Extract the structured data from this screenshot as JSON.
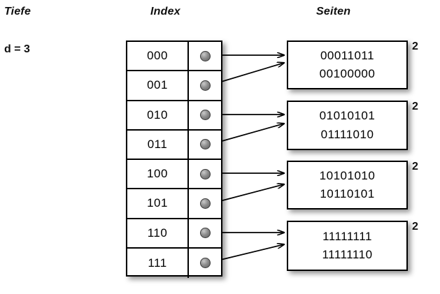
{
  "headers": {
    "depth": "Tiefe",
    "index": "Index",
    "pages": "Seiten"
  },
  "depth": {
    "label": "d = 3"
  },
  "index_table": {
    "rows": [
      {
        "key": "000",
        "pointer": "pointer-dot"
      },
      {
        "key": "001",
        "pointer": "pointer-dot"
      },
      {
        "key": "010",
        "pointer": "pointer-dot"
      },
      {
        "key": "011",
        "pointer": "pointer-dot"
      },
      {
        "key": "100",
        "pointer": "pointer-dot"
      },
      {
        "key": "101",
        "pointer": "pointer-dot"
      },
      {
        "key": "110",
        "pointer": "pointer-dot"
      },
      {
        "key": "111",
        "pointer": "pointer-dot"
      }
    ]
  },
  "pages": [
    {
      "lines": [
        "00011011",
        "00100000"
      ],
      "local_depth": "2"
    },
    {
      "lines": [
        "01010101",
        "01111010"
      ],
      "local_depth": "2"
    },
    {
      "lines": [
        "10101010",
        "10110101"
      ],
      "local_depth": "2"
    },
    {
      "lines": [
        "11111111",
        "11111110"
      ],
      "local_depth": "2"
    }
  ],
  "colors": {
    "background": "#ffffff",
    "stroke": "#000000",
    "text": "#111111",
    "dot": "#8e8e8e"
  }
}
